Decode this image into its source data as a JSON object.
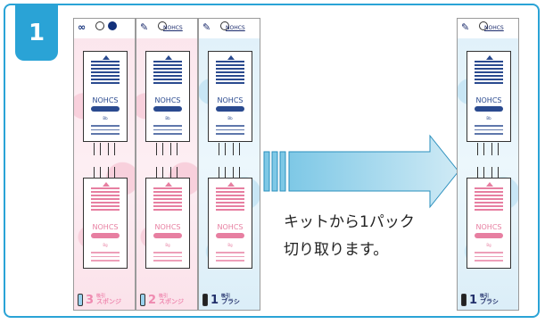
{
  "step": {
    "number": "1",
    "color": "#2aa3d6"
  },
  "packs": [
    {
      "theme": "pink",
      "logo": "∞",
      "brand": "NOHCS",
      "number": "3",
      "kind_small": "吸引",
      "kind": "スポンジ"
    },
    {
      "theme": "pink",
      "logo": "✎",
      "brand": "NOHCS",
      "number": "2",
      "kind_small": "吸引",
      "kind": "スポンジ"
    },
    {
      "theme": "blue",
      "logo": "✎",
      "brand": "NOHCS",
      "number": "1",
      "kind_small": "吸引",
      "kind": "ブラシ"
    },
    {
      "theme": "blue",
      "logo": "✎",
      "brand": "NOHCS",
      "number": "1",
      "kind_small": "吸引",
      "kind": "ブラシ"
    }
  ],
  "caption": {
    "line1": "キットから1パック",
    "line2": "切り取ります。"
  }
}
